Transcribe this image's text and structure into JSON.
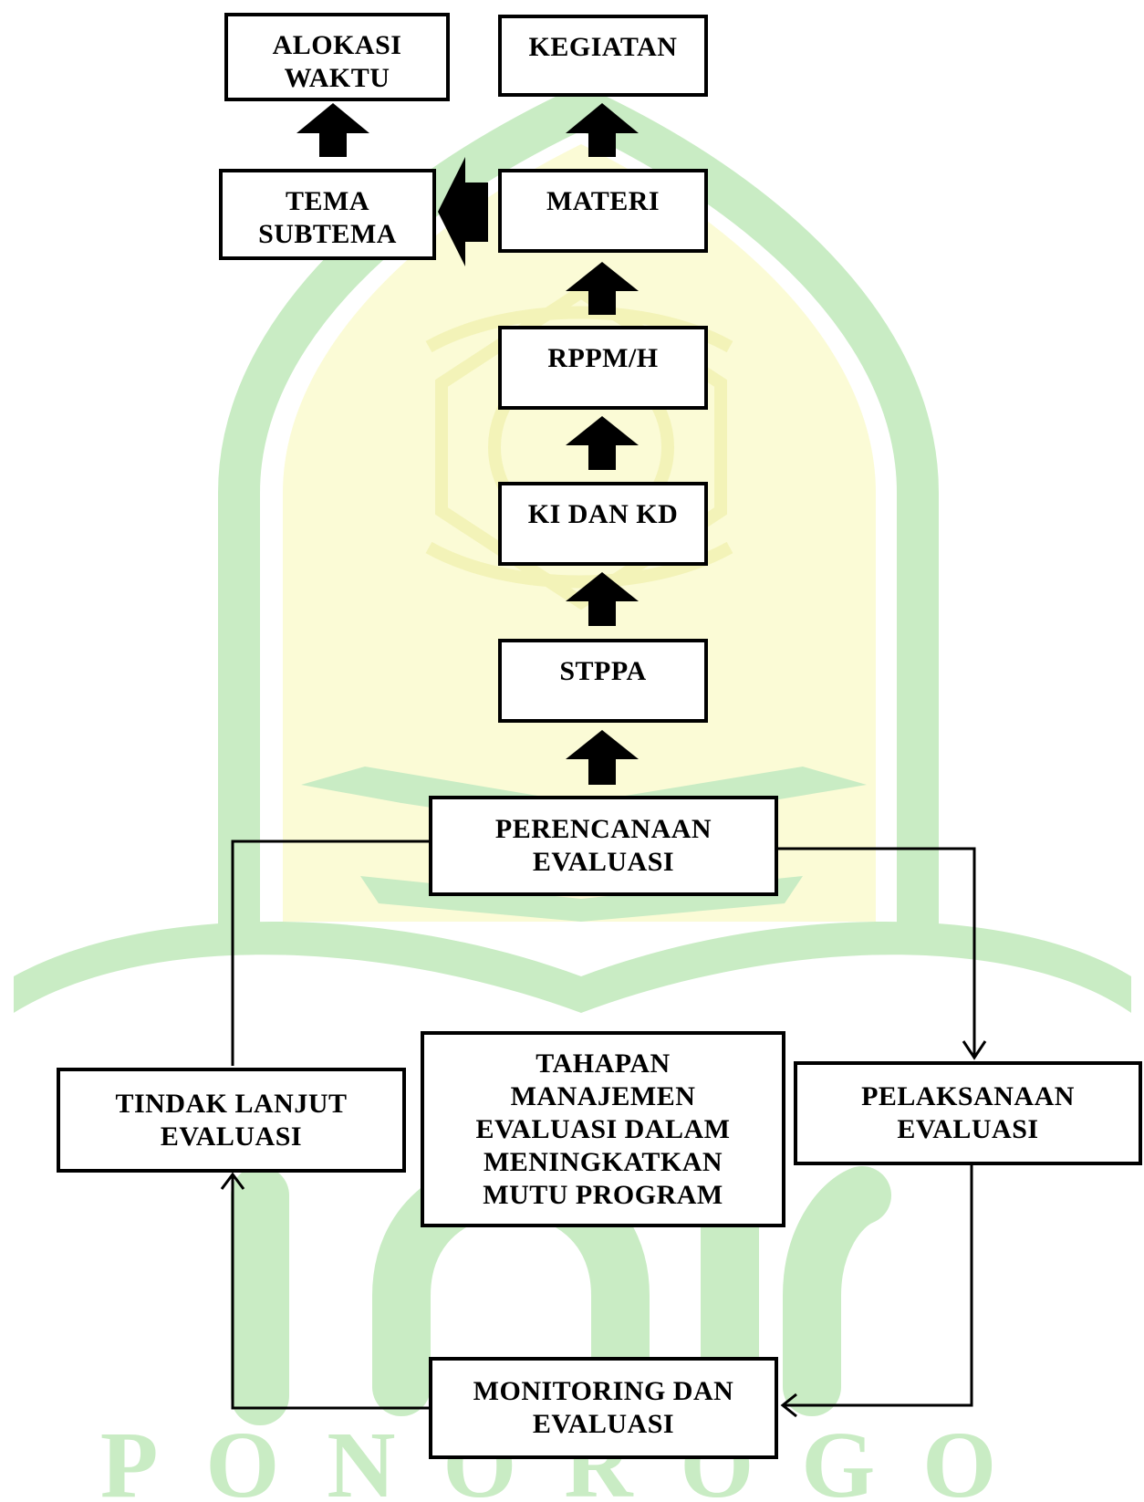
{
  "colors": {
    "watermark_green": "#c9ecc4",
    "watermark_yellow": "#fbfbd6",
    "watermark_pattern": "#f3f3b8",
    "box_border": "#000000",
    "arrow": "#000000"
  },
  "watermark": {
    "logo_text": "IAIN",
    "institution_text": "PONOROGO"
  },
  "boxes": {
    "alokasi_waktu": {
      "line1": "ALOKASI",
      "line2": "WAKTU"
    },
    "kegiatan": {
      "line1": "KEGIATAN"
    },
    "tema_subtema": {
      "line1": "TEMA",
      "line2": "SUBTEMA"
    },
    "materi": {
      "line1": "MATERI"
    },
    "rppm_h": {
      "line1": "RPPM/H"
    },
    "ki_dan_kd": {
      "line1": "KI DAN KD"
    },
    "stppa": {
      "line1": "STPPA"
    },
    "perencanaan_evaluasi": {
      "line1": "PERENCANAAN",
      "line2": "EVALUASI"
    },
    "tindak_lanjut_evaluasi": {
      "line1": "TINDAK LANJUT",
      "line2": "EVALUASI"
    },
    "tahapan": {
      "line1": "TAHAPAN",
      "line2": "MANAJEMEN",
      "line3": "EVALUASI DALAM",
      "line4": "MENINGKATKAN",
      "line5": "MUTU PROGRAM"
    },
    "pelaksanaan_evaluasi": {
      "line1": "PELAKSANAAN",
      "line2": "EVALUASI"
    },
    "monitoring_dan_evaluasi": {
      "line1": "MONITORING DAN",
      "line2": "EVALUASI"
    }
  }
}
